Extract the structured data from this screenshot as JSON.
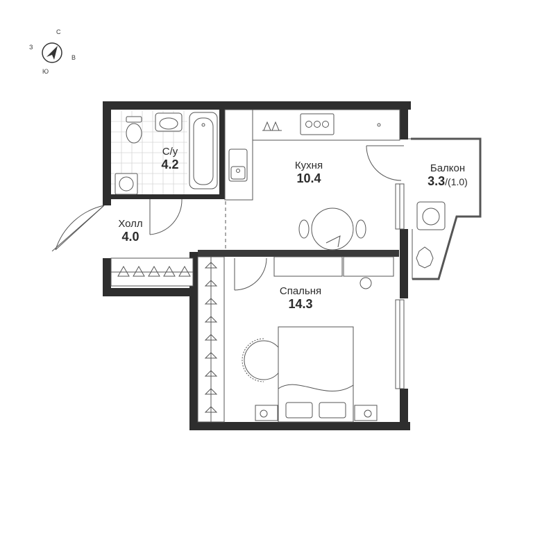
{
  "compass": {
    "north": "С",
    "east": "В",
    "south": "Ю",
    "west": "З"
  },
  "rooms": {
    "bathroom": {
      "name": "С/у",
      "area": "4.2"
    },
    "kitchen": {
      "name": "Кухня",
      "area": "10.4"
    },
    "hall": {
      "name": "Холл",
      "area": "4.0"
    },
    "bedroom": {
      "name": "Спальня",
      "area": "14.3"
    },
    "balcony": {
      "name": "Балкон",
      "area": "3.3",
      "area_reduced": "/(1.0)"
    }
  },
  "colors": {
    "wall": "#2e2e2e",
    "line": "#555555",
    "tile": "#d9d9d9"
  }
}
